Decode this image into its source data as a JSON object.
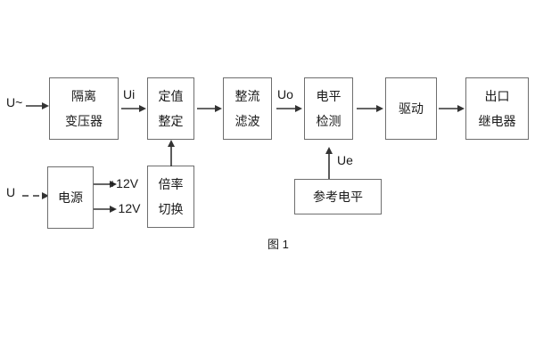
{
  "figure": {
    "caption": "图 1",
    "colors": {
      "box_border": "#6e6e6e",
      "text": "#1a1a1a",
      "arrow": "#333333",
      "background": "#ffffff"
    }
  },
  "blocks": [
    {
      "id": "isolation-transformer",
      "line1": "隔离",
      "line2": "变压器"
    },
    {
      "id": "setting-value",
      "line1": "定值",
      "line2": "整定"
    },
    {
      "id": "rectify-filter",
      "line1": "整流",
      "line2": "滤波"
    },
    {
      "id": "level-detection",
      "line1": "电平",
      "line2": "检测"
    },
    {
      "id": "driver",
      "line1": "驱动",
      "line2": ""
    },
    {
      "id": "output-relay",
      "line1": "出口",
      "line2": "继电器"
    },
    {
      "id": "power-supply",
      "line1": "电源",
      "line2": ""
    },
    {
      "id": "multiplier-switch",
      "line1": "倍率",
      "line2": "切换"
    },
    {
      "id": "reference-level",
      "line1": "参考电平",
      "line2": ""
    }
  ],
  "signals": {
    "input_ac": "U~",
    "input_dc": "U",
    "ui": "Ui",
    "uo": "Uo",
    "ue": "Ue",
    "rail_positive": "+12V",
    "rail_negative": "- 12V"
  }
}
